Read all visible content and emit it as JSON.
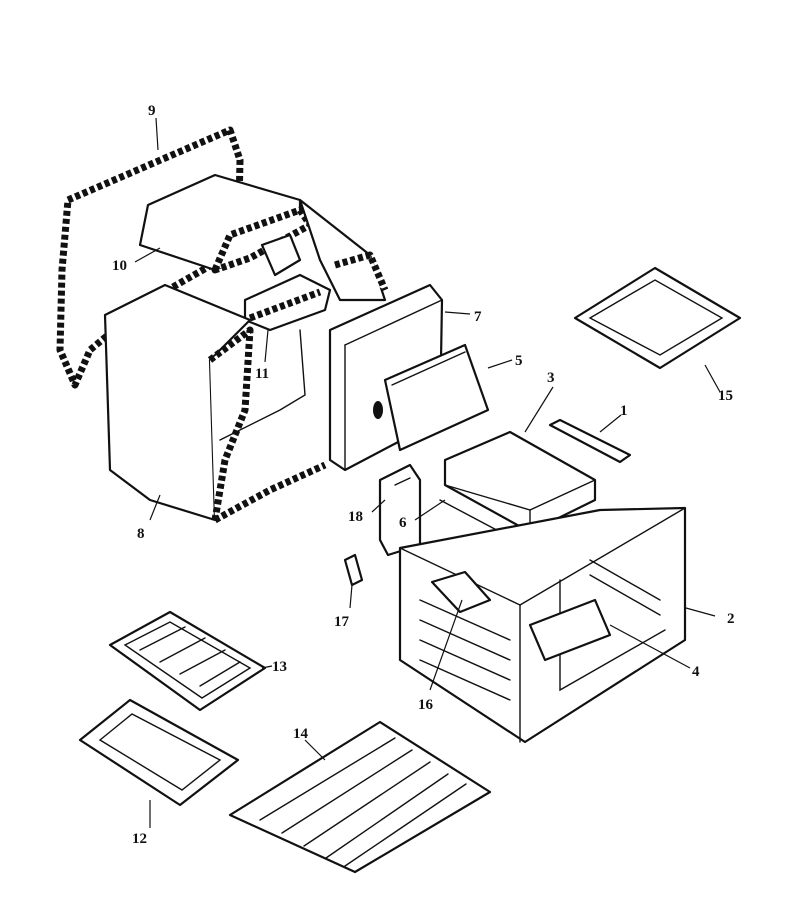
{
  "parts": [
    {
      "id": "part-1",
      "number": "1"
    },
    {
      "id": "part-2",
      "number": "2"
    },
    {
      "id": "part-3",
      "number": "3"
    },
    {
      "id": "part-4",
      "number": "4"
    },
    {
      "id": "part-5",
      "number": "5"
    },
    {
      "id": "part-6",
      "number": "6"
    },
    {
      "id": "part-7",
      "number": "7"
    },
    {
      "id": "part-8",
      "number": "8"
    },
    {
      "id": "part-9",
      "number": "9"
    },
    {
      "id": "part-10",
      "number": "10"
    },
    {
      "id": "part-11",
      "number": "11"
    },
    {
      "id": "part-12",
      "number": "12"
    },
    {
      "id": "part-13",
      "number": "13"
    },
    {
      "id": "part-14",
      "number": "14"
    },
    {
      "id": "part-15",
      "number": "15"
    },
    {
      "id": "part-16",
      "number": "16"
    },
    {
      "id": "part-17",
      "number": "17"
    },
    {
      "id": "part-18",
      "number": "18"
    }
  ]
}
